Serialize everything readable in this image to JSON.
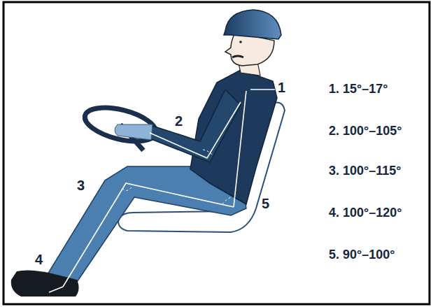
{
  "diagram": {
    "labels": [
      "1",
      "2",
      "3",
      "4",
      "5",
      "1. 15°–17°",
      "2. 100°–105°",
      "3. 100°–115°",
      "4. 100°–120°",
      "5. 90°–100°"
    ]
  }
}
